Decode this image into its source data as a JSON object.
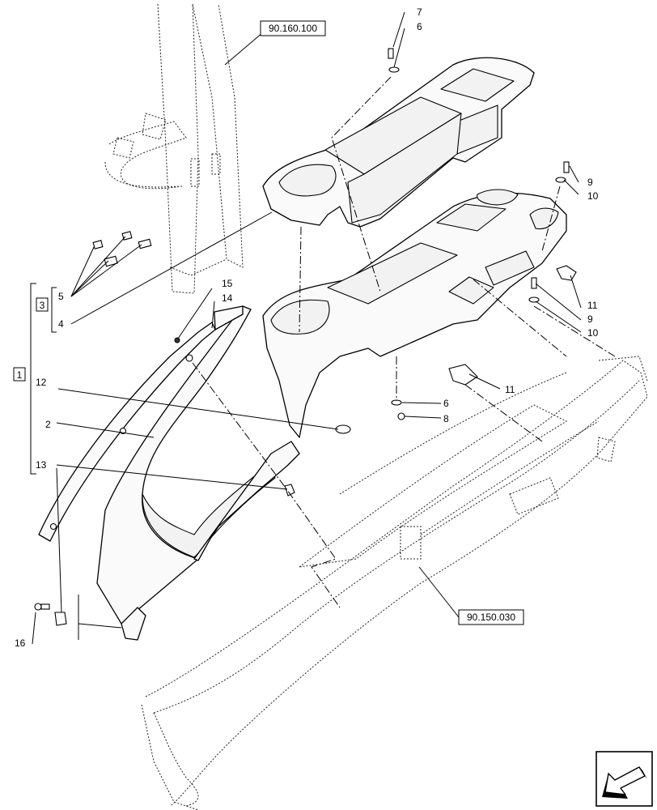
{
  "references": {
    "cab_pillar": "90.160.100",
    "dashboard_frame": "90.150.030"
  },
  "callouts": {
    "n1": "1",
    "n2": "2",
    "n3": "3",
    "n4": "4",
    "n5": "5",
    "n6a": "6",
    "n6b": "6",
    "n7": "7",
    "n8": "8",
    "n9a": "9",
    "n9b": "9",
    "n10a": "10",
    "n10b": "10",
    "n11a": "11",
    "n11b": "11",
    "n12": "12",
    "n13": "13",
    "n14": "14",
    "n15": "15",
    "n16": "16"
  },
  "nav_icon": "arrow-left-down-icon"
}
